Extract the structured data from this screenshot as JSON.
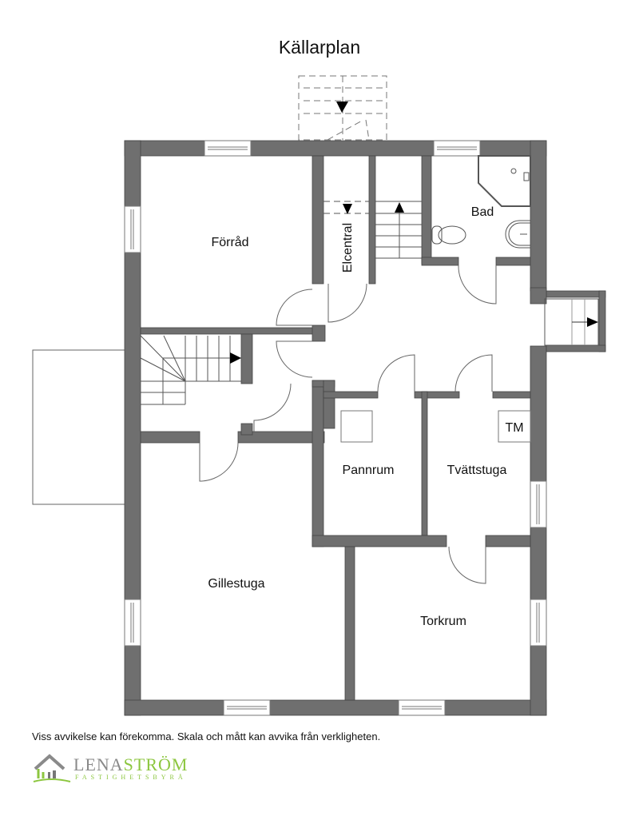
{
  "title": "Källarplan",
  "rooms": [
    {
      "id": "forrad",
      "label": "Förråd"
    },
    {
      "id": "elcentral",
      "label": "Elcentral"
    },
    {
      "id": "bad",
      "label": "Bad"
    },
    {
      "id": "pannrum",
      "label": "Pannrum"
    },
    {
      "id": "tvattstuga",
      "label": "Tvättstuga"
    },
    {
      "id": "gillestuga",
      "label": "Gillestuga"
    },
    {
      "id": "torkrum",
      "label": "Torkrum"
    }
  ],
  "fixtures": {
    "washing_machine_label": "TM"
  },
  "colors": {
    "wall": "#6f6f6f",
    "line": "#555555",
    "background": "#ffffff",
    "brand_green": "#8cc63f",
    "brand_gray": "#8a8a8a"
  },
  "footer": {
    "disclaimer": "Viss avvikelse kan förekomma. Skala och mått kan avvika från verkligheten."
  },
  "logo": {
    "brand_part1": "LENA",
    "brand_part2": "STRÖM",
    "subtitle": "FASTIGHETSBYRÅ"
  }
}
